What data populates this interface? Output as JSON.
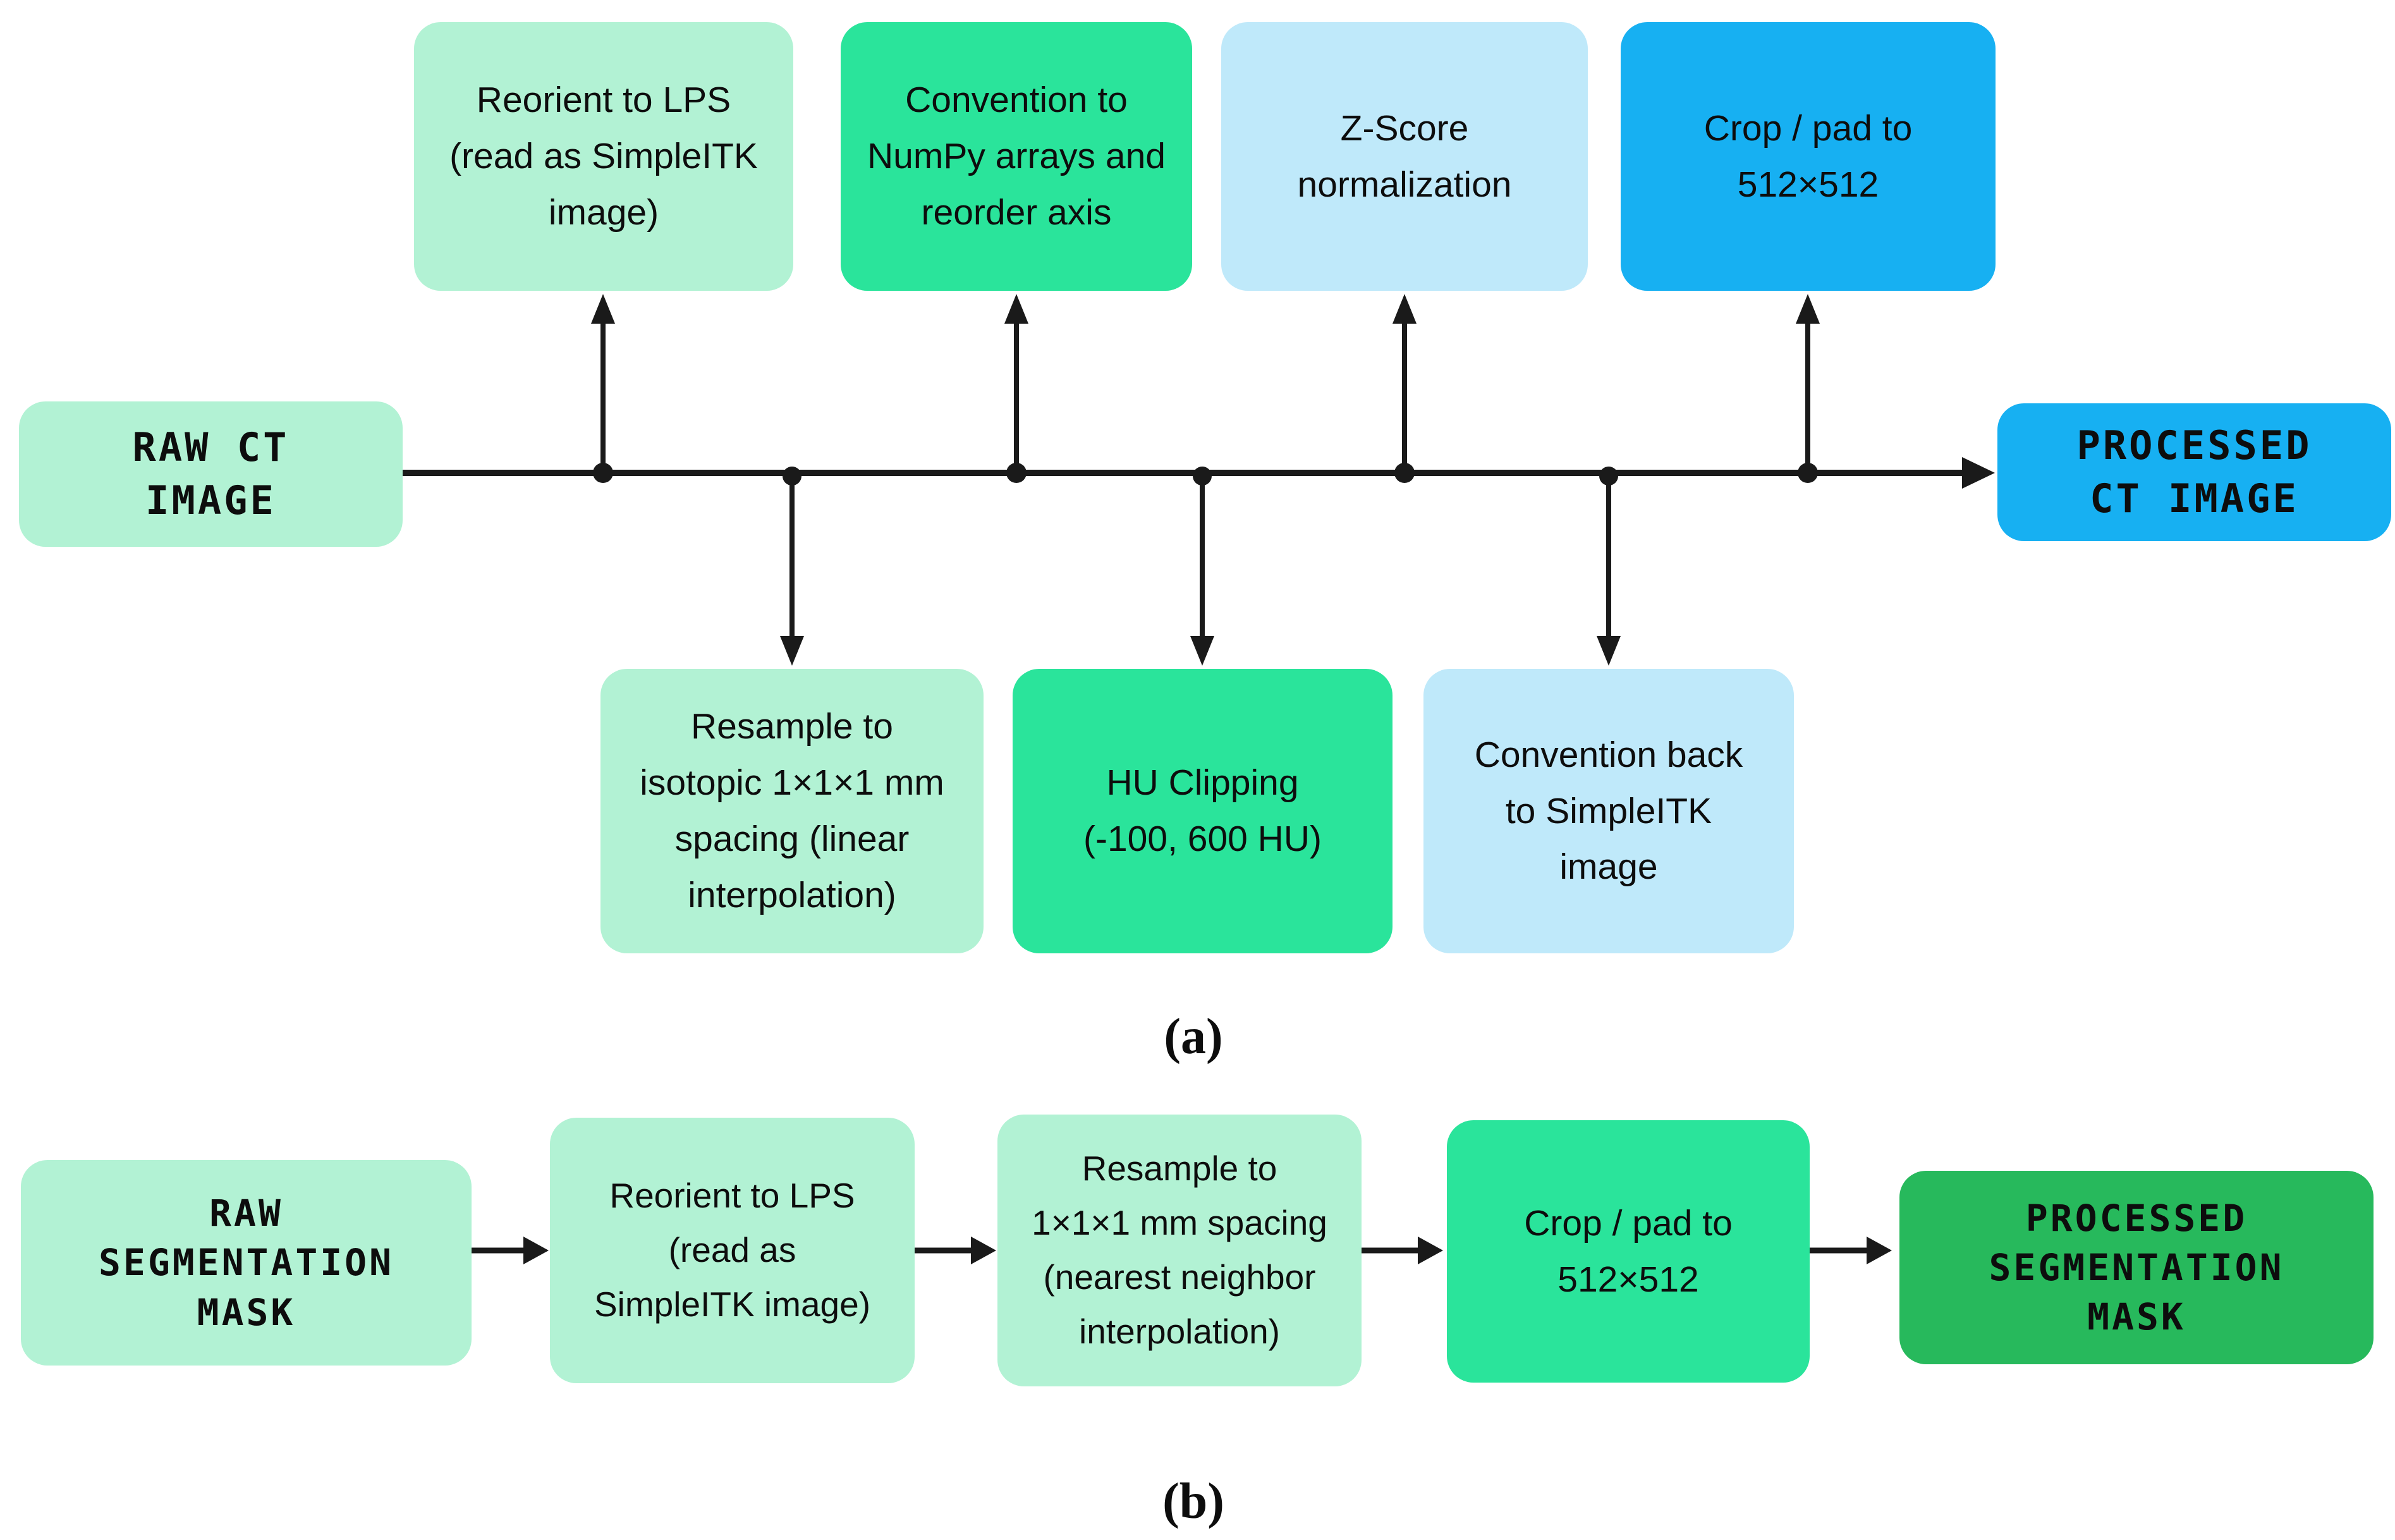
{
  "colors": {
    "mint": "#b2f2d4",
    "green": "#2ae49b",
    "lightblue": "#bfe9fa",
    "blue": "#17b0f2",
    "darkgreen": "#27b95c",
    "line": "#1a1a1a",
    "text": "#0d0d0d"
  },
  "panel_a": {
    "caption": "(a)",
    "source": "RAW CT\nIMAGE",
    "sink": "PROCESSED\nCT IMAGE",
    "top_steps": [
      {
        "text": "Reorient to LPS\n(read as SimpleITK\nimage)"
      },
      {
        "text": "Convention to\nNumPy arrays and\nreorder axis"
      },
      {
        "text": "Z-Score\nnormalization"
      },
      {
        "text": "Crop / pad to\n512×512"
      }
    ],
    "bottom_steps": [
      {
        "text": "Resample to\nisotopic 1×1×1 mm\nspacing (linear\ninterpolation)"
      },
      {
        "text": "HU Clipping\n(-100, 600 HU)"
      },
      {
        "text": "Convention back\nto SimpleITK\nimage"
      }
    ]
  },
  "panel_b": {
    "caption": "(b)",
    "steps": [
      {
        "text": "RAW\nSEGMENTATION\nMASK"
      },
      {
        "text": "Reorient to LPS\n(read as\nSimpleITK image)"
      },
      {
        "text": "Resample to\n1×1×1 mm spacing\n(nearest neighbor\ninterpolation)"
      },
      {
        "text": "Crop / pad to\n512×512"
      },
      {
        "text": "PROCESSED\nSEGMENTATION\nMASK"
      }
    ]
  }
}
